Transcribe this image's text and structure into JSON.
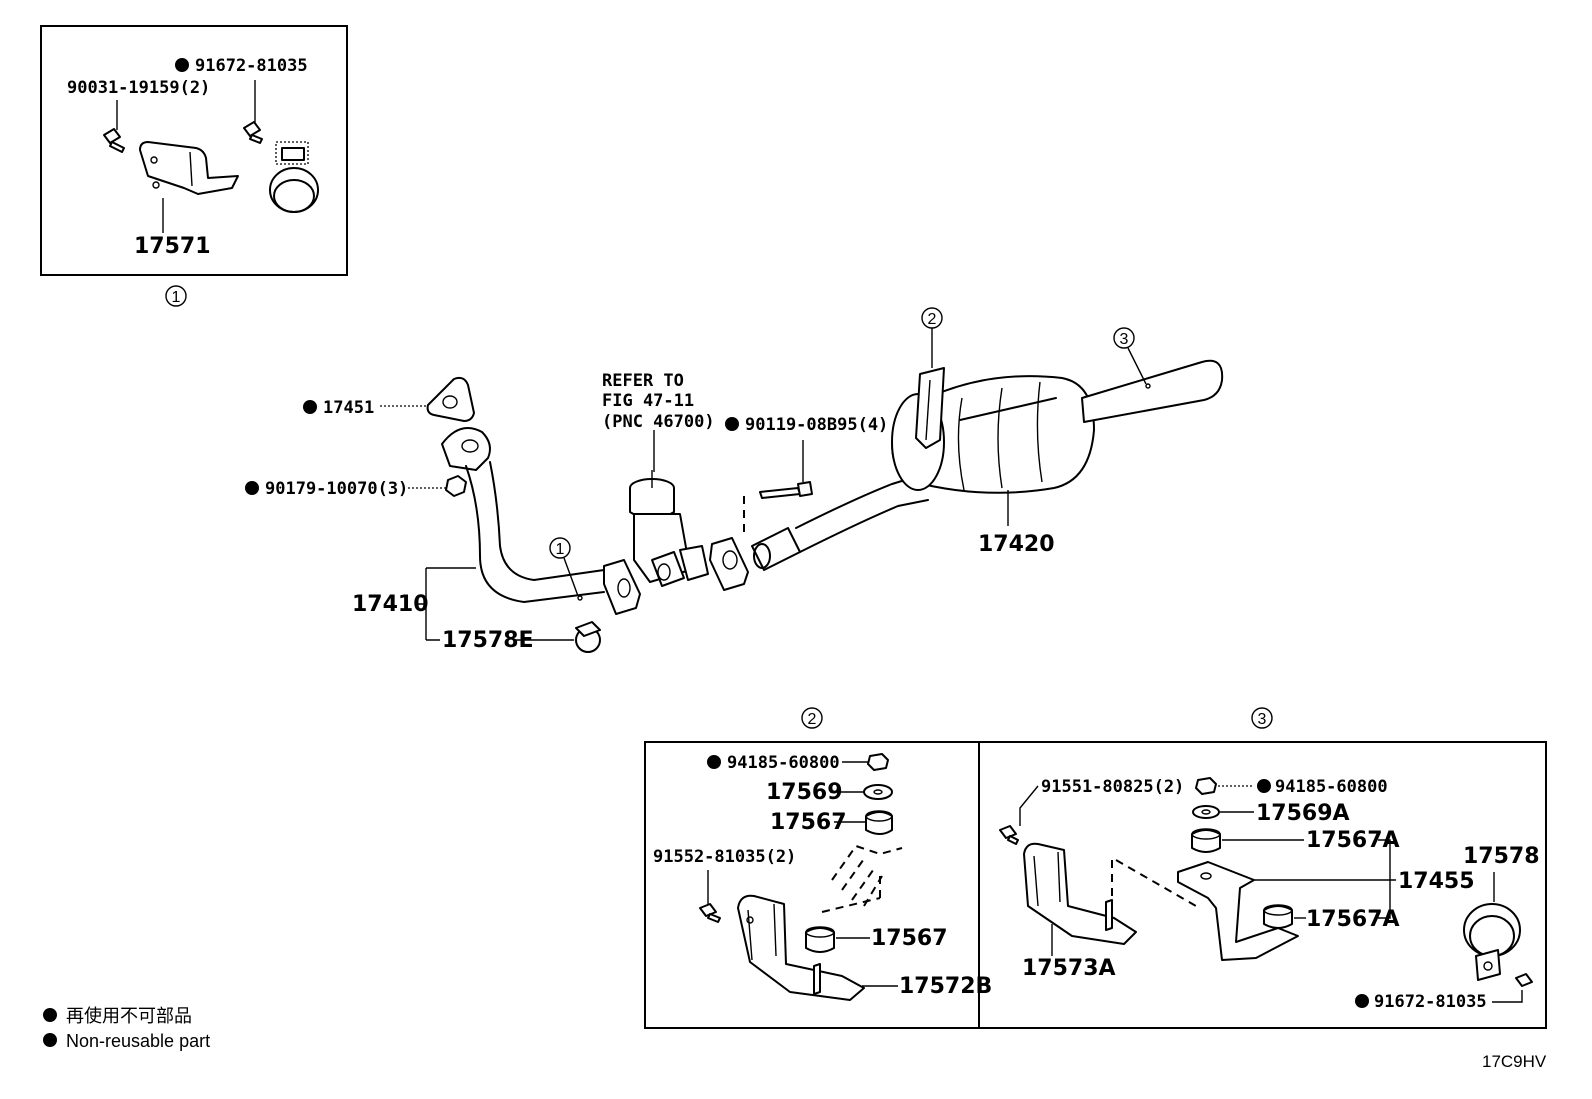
{
  "diagram_code": "17C9HV",
  "reference": {
    "line1": "REFER TO",
    "line2": "FIG 47-11",
    "line3": "(PNC 46700)"
  },
  "callouts": {
    "one": "1",
    "two": "2",
    "three": "3"
  },
  "legend": {
    "line_jp": "再使用不可部品",
    "line_en": "Non-reusable part"
  },
  "parts": {
    "p17571": "17571",
    "p90031": "90031-19159(2)",
    "p91672_top": "91672-81035",
    "p17451": "17451",
    "p90179": "90179-10070(3)",
    "p17410": "17410",
    "p17578E": "17578E",
    "p90119": "90119-08B95(4)",
    "p17420": "17420",
    "p94185_a": "94185-60800",
    "p17569": "17569",
    "p17567_a": "17567",
    "p91552": "91552-81035(2)",
    "p17567_b": "17567",
    "p17572B": "17572B",
    "p91551": "91551-80825(2)",
    "p94185_b": "94185-60800",
    "p17569A": "17569A",
    "p17567A_a": "17567A",
    "p17455": "17455",
    "p17567A_b": "17567A",
    "p17573A": "17573A",
    "p17578": "17578",
    "p91672_bot": "91672-81035"
  }
}
